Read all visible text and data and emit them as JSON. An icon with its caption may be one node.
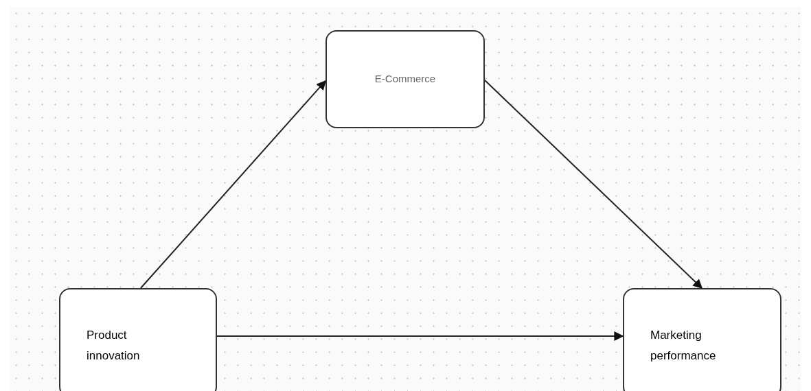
{
  "diagram": {
    "nodes": [
      {
        "text": [
          "E-Commerce"
        ]
      },
      {
        "text": [
          "Product innovation"
        ]
      },
      {
        "text": [
          "Marketing performance"
        ]
      }
    ],
    "edges": [
      {
        "from": 1,
        "to": 0,
        "arrow": "to"
      },
      {
        "from": 0,
        "to": 2,
        "arrow": "to"
      },
      {
        "from": 1,
        "to": 2,
        "arrow": "to"
      }
    ]
  }
}
